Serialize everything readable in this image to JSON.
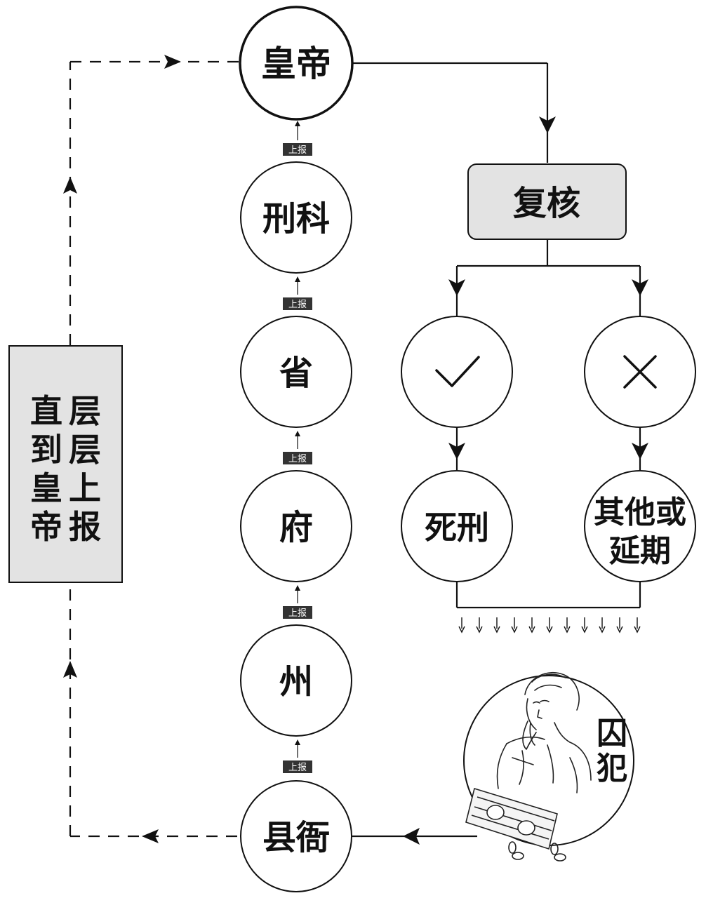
{
  "chain": {
    "emperor": "皇帝",
    "ministry": "刑科",
    "province": "省",
    "prefecture": "府",
    "department": "州",
    "county": "县衙"
  },
  "report_tag": "上报",
  "review": "复核",
  "outcomes": {
    "approve_symbol": "✓",
    "reject_symbol": "✕",
    "death": "死刑",
    "other_line1": "其他或",
    "other_line2": "延期"
  },
  "prisoner_label": "囚犯",
  "side_box": {
    "col1": "直到皇帝",
    "col2": "层层上报"
  }
}
